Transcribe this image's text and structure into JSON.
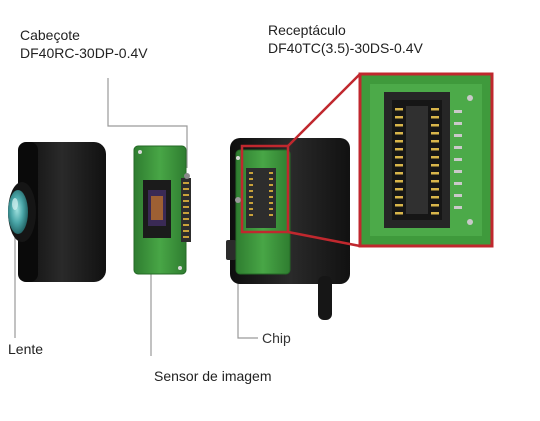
{
  "labels": {
    "header_title": "Cabeçote",
    "header_part": "DF40RC-30DP-0.4V",
    "receptacle_title": "Receptáculo",
    "receptacle_part": "DF40TC(3.5)-30DS-0.4V",
    "lens": "Lente",
    "image_sensor": "Sensor de imagem",
    "chip": "Chip"
  },
  "colors": {
    "pcb_green": "#3f9a3c",
    "highlight_red": "#c0282e",
    "housing_black": "#1b1b1b",
    "lens_teal": "#4aa6a8",
    "leader_gray": "#9a9a9a"
  }
}
